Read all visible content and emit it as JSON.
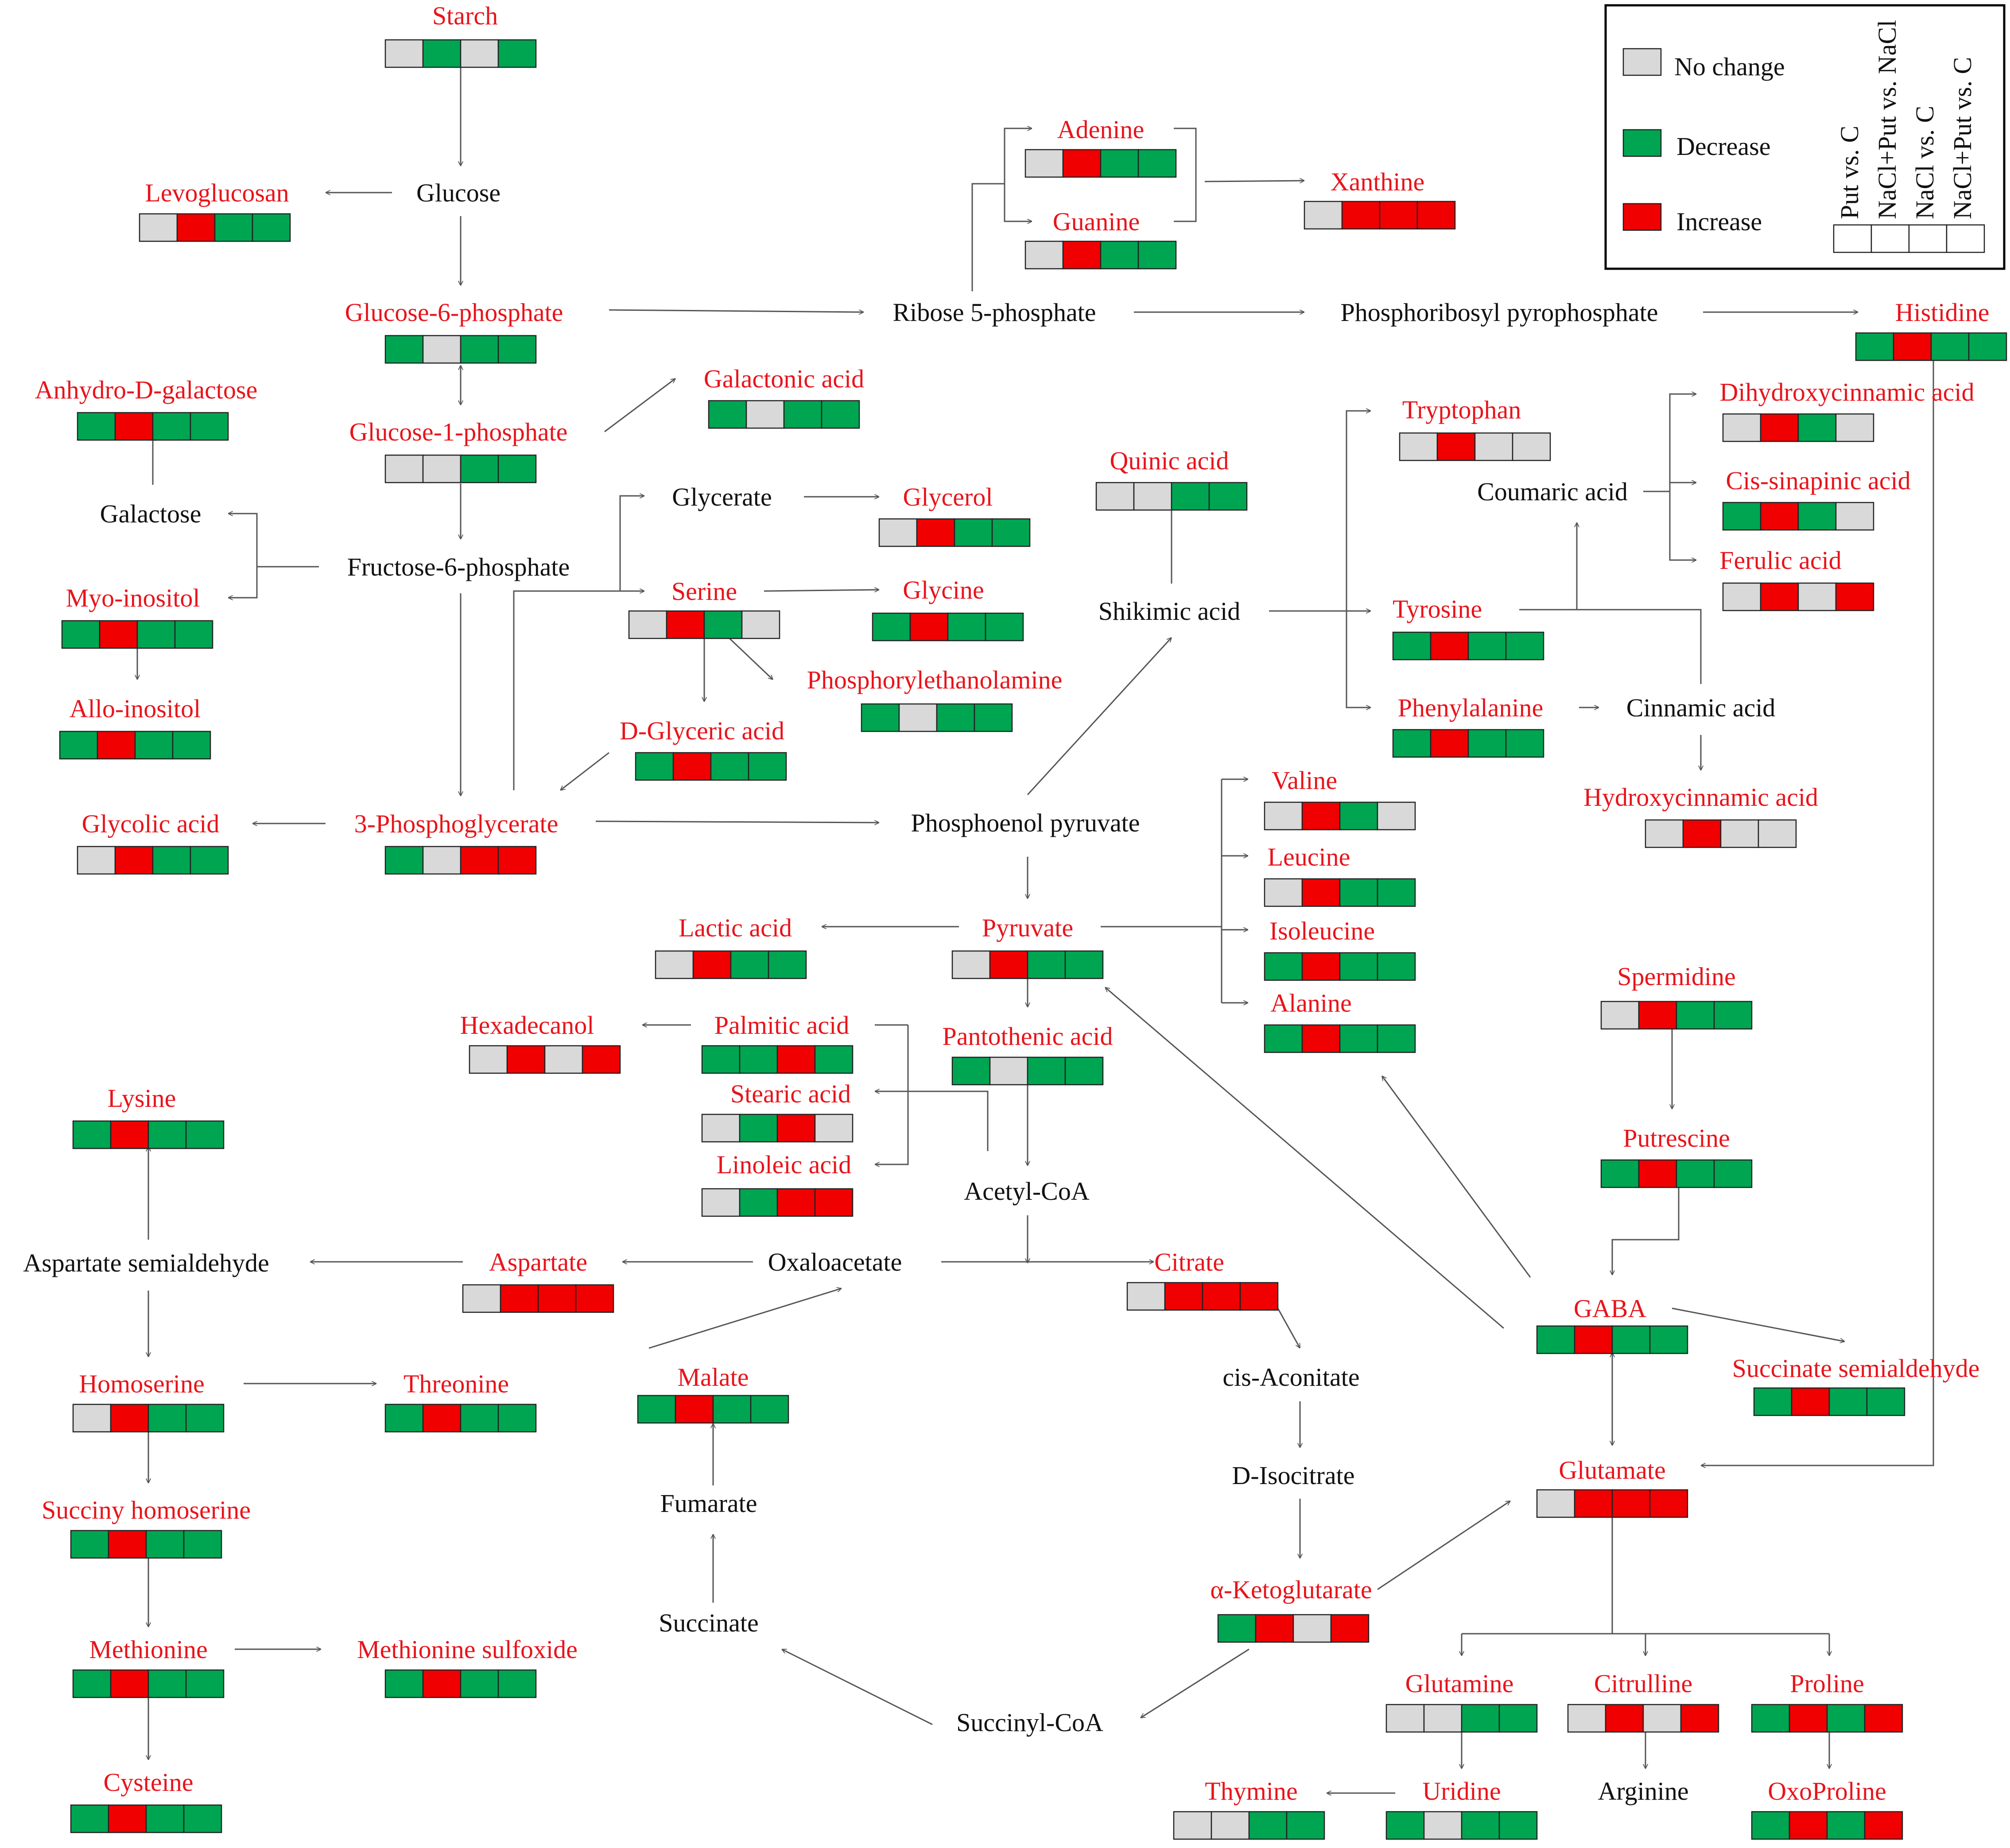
{
  "colors": {
    "no_change": "#d9d9d9",
    "decrease": "#00a551",
    "increase": "#f00000",
    "highlight_text": "#e8141b",
    "plain_text": "#111111"
  },
  "legend": {
    "items": [
      {
        "label": "No change",
        "color": "#d9d9d9"
      },
      {
        "label": "Decrease",
        "color": "#00a551"
      },
      {
        "label": "Increase",
        "color": "#f00000"
      }
    ],
    "columns": [
      "Put vs. C",
      "NaCl+Put vs. NaCl",
      "NaCl vs. C",
      "NaCl+Put vs. C"
    ]
  },
  "metabolites": {
    "starch": {
      "name": "Starch",
      "pattern": "NDND"
    },
    "levoglucosan": {
      "name": "Levoglucosan",
      "pattern": "NIDD"
    },
    "glucose_6_phosphate": {
      "name": "Glucose-6-phosphate",
      "pattern": "DNDD"
    },
    "glucose_1_phosphate": {
      "name": "Glucose-1-phosphate",
      "pattern": "NNDD"
    },
    "galactonic_acid": {
      "name": "Galactonic acid",
      "pattern": "DNDD"
    },
    "anhydro_d_galactose": {
      "name": "Anhydro-D-galactose",
      "pattern": "DIDD"
    },
    "myo_inositol": {
      "name": "Myo-inositol",
      "pattern": "DIDD"
    },
    "allo_inositol": {
      "name": "Allo-inositol",
      "pattern": "DIDD"
    },
    "glycerol": {
      "name": "Glycerol",
      "pattern": "NIDD"
    },
    "serine": {
      "name": "Serine",
      "pattern": "NIDN"
    },
    "glycine": {
      "name": "Glycine",
      "pattern": "DIDD"
    },
    "phosphorylethanolamine": {
      "name": "Phosphorylethanolamine",
      "pattern": "DNDD"
    },
    "d_glyceric_acid": {
      "name": "D-Glyceric acid",
      "pattern": "DIDD"
    },
    "glycolic_acid": {
      "name": "Glycolic acid",
      "pattern": "NIDD"
    },
    "phosphoglycerate_3": {
      "name": "3-Phosphoglycerate",
      "pattern": "DNII"
    },
    "adenine": {
      "name": "Adenine",
      "pattern": "NIDD"
    },
    "guanine": {
      "name": "Guanine",
      "pattern": "NIDD"
    },
    "xanthine": {
      "name": "Xanthine",
      "pattern": "NIII"
    },
    "histidine": {
      "name": "Histidine",
      "pattern": "DIDD"
    },
    "quinic_acid": {
      "name": "Quinic acid",
      "pattern": "NNDD"
    },
    "tryptophan": {
      "name": "Tryptophan",
      "pattern": "NINN"
    },
    "tyrosine": {
      "name": "Tyrosine",
      "pattern": "DIDD"
    },
    "phenylalanine": {
      "name": "Phenylalanine",
      "pattern": "DIDD"
    },
    "dihydroxycinnamic_acid": {
      "name": "Dihydroxycinnamic acid",
      "pattern": "NIDN"
    },
    "cis_sinapinic_acid": {
      "name": "Cis-sinapinic acid",
      "pattern": "DIDN"
    },
    "ferulic_acid": {
      "name": "Ferulic acid",
      "pattern": "NINI"
    },
    "hydroxycinnamic_acid": {
      "name": "Hydroxycinnamic acid",
      "pattern": "NINN"
    },
    "valine": {
      "name": "Valine",
      "pattern": "NIDN"
    },
    "leucine": {
      "name": "Leucine",
      "pattern": "NIDD"
    },
    "isoleucine": {
      "name": "Isoleucine",
      "pattern": "DIDD"
    },
    "alanine": {
      "name": "Alanine",
      "pattern": "DIDD"
    },
    "lactic_acid": {
      "name": "Lactic acid",
      "pattern": "NIDD"
    },
    "pyruvate": {
      "name": "Pyruvate",
      "pattern": "NIDD"
    },
    "pantothenic_acid": {
      "name": "Pantothenic acid",
      "pattern": "DNDD"
    },
    "hexadecanol": {
      "name": "Hexadecanol",
      "pattern": "NINI"
    },
    "palmitic_acid": {
      "name": "Palmitic acid",
      "pattern": "DDID"
    },
    "stearic_acid": {
      "name": "Stearic acid",
      "pattern": "NDIN"
    },
    "linoleic_acid": {
      "name": "Linoleic acid",
      "pattern": "NDII"
    },
    "lysine": {
      "name": "Lysine",
      "pattern": "DIDD"
    },
    "aspartate": {
      "name": "Aspartate",
      "pattern": "NIII"
    },
    "citrate": {
      "name": "Citrate",
      "pattern": "NIII"
    },
    "homoserine": {
      "name": "Homoserine",
      "pattern": "NIDD"
    },
    "threonine": {
      "name": "Threonine",
      "pattern": "DIDD"
    },
    "malate": {
      "name": "Malate",
      "pattern": "DIDD"
    },
    "succiny_homoserine": {
      "name": "Succiny homoserine",
      "pattern": "DIDD"
    },
    "methionine": {
      "name": "Methionine",
      "pattern": "DIDD"
    },
    "methionine_sulfoxide": {
      "name": "Methionine sulfoxide",
      "pattern": "DIDD"
    },
    "cysteine": {
      "name": "Cysteine",
      "pattern": "DIDD"
    },
    "alpha_ketoglutarate": {
      "name": "α-Ketoglutarate",
      "pattern": "DINI"
    },
    "spermidine": {
      "name": "Spermidine",
      "pattern": "NIDD"
    },
    "putrescine": {
      "name": "Putrescine",
      "pattern": "DIDD"
    },
    "gaba": {
      "name": "GABA",
      "pattern": "DIDD"
    },
    "succinate_semialdehyde": {
      "name": "Succinate semialdehyde",
      "pattern": "DIDD"
    },
    "glutamate": {
      "name": "Glutamate",
      "pattern": "NIII"
    },
    "glutamine": {
      "name": "Glutamine",
      "pattern": "NNDD"
    },
    "citrulline": {
      "name": "Citrulline",
      "pattern": "NINI"
    },
    "proline": {
      "name": "Proline",
      "pattern": "DIDI"
    },
    "thymine": {
      "name": "Thymine",
      "pattern": "NNDD"
    },
    "uridine": {
      "name": "Uridine",
      "pattern": "DNDD"
    },
    "oxoproline": {
      "name": "OxoProline",
      "pattern": "DIDI"
    }
  },
  "intermediates": {
    "glucose": "Glucose",
    "galactose": "Galactose",
    "fructose_6_phosphate": "Fructose-6-phosphate",
    "glycerate": "Glycerate",
    "ribose_5_phosphate": "Ribose 5-phosphate",
    "phosphoribosyl_pyrophosphate": "Phosphoribosyl pyrophosphate",
    "shikimic_acid": "Shikimic acid",
    "coumaric_acid": "Coumaric acid",
    "cinnamic_acid": "Cinnamic acid",
    "phosphoenol_pyruvate": "Phosphoenol pyruvate",
    "acetyl_coa": "Acetyl-CoA",
    "aspartate_semialdehyde": "Aspartate semialdehyde",
    "oxaloacetate": "Oxaloacetate",
    "cis_aconitate": "cis-Aconitate",
    "d_isocitrate": "D-Isocitrate",
    "fumarate": "Fumarate",
    "succinate": "Succinate",
    "succinyl_coa": "Succinyl-CoA",
    "arginine": "Arginine"
  }
}
